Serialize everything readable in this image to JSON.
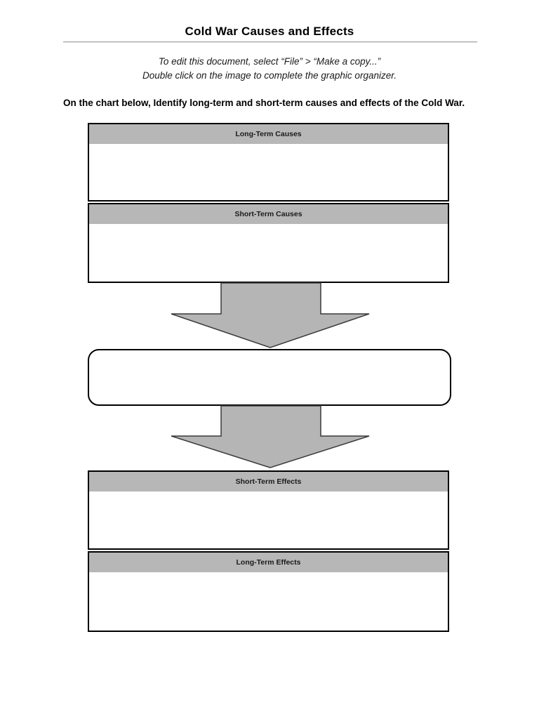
{
  "document": {
    "title": "Cold War Causes and Effects",
    "edit_instructions": [
      "To edit this document, select “File” > “Make a copy...”",
      "Double click on the image to complete the graphic organizer."
    ],
    "task_prompt": "On the chart below, Identify long-term and short-term causes and effects of the Cold War."
  },
  "organizer": {
    "boxes": [
      {
        "label": "Long-Term Causes",
        "content": ""
      },
      {
        "label": "Short-Term Causes",
        "content": ""
      },
      {
        "label": "Short-Term Effects",
        "content": ""
      },
      {
        "label": "Long-Term Effects",
        "content": ""
      }
    ],
    "center_box": {
      "content": ""
    },
    "arrow_icons": [
      "down-block-arrow",
      "down-block-arrow"
    ]
  },
  "colors": {
    "header_gray": "#b7b7b7",
    "arrow_gray": "#b5b5b5",
    "box_border": "#000000",
    "rule_gray": "#a3a3a3"
  }
}
